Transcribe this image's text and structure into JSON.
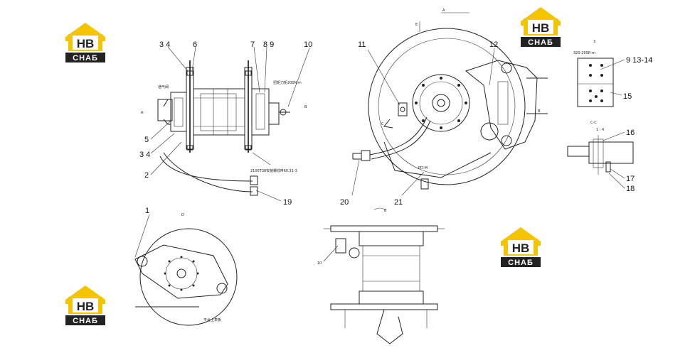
{
  "callouts": {
    "c34a": "3 4",
    "c6": "6",
    "c7": "7",
    "c89": "8 9",
    "c10": "10",
    "c5": "5",
    "c34b": "3 4",
    "c2": "2",
    "c19": "19",
    "c11": "11",
    "c12": "12",
    "c20": "20",
    "c21": "21",
    "c9_13_14": "9 13-14",
    "c15": "15",
    "c16": "16",
    "c17": "17",
    "c18": "18",
    "c1": "1"
  },
  "view_labels": {
    "a_top": "A",
    "e_top": "E",
    "b_left": "B",
    "b_right": "B",
    "a_left": "A",
    "c_mark": "C",
    "d_view": "D",
    "b_view": "B",
    "three": "3",
    "cc": "C-C",
    "scale": "1 : 4",
    "ten": "10"
  },
  "annotations": {
    "vent": "通气阀",
    "torque": "扭矩力矩200N·m",
    "bottom_note": "2100T38安装螺纹M60.31-3",
    "bolt_spec": "320-20SR·m",
    "pdm": "PD-M",
    "platform": "平台上表板"
  },
  "logos": {
    "text_top": "HB",
    "text_bottom": "СНАБ",
    "colors": {
      "yellow": "#f5c400",
      "dark": "#222222"
    }
  }
}
